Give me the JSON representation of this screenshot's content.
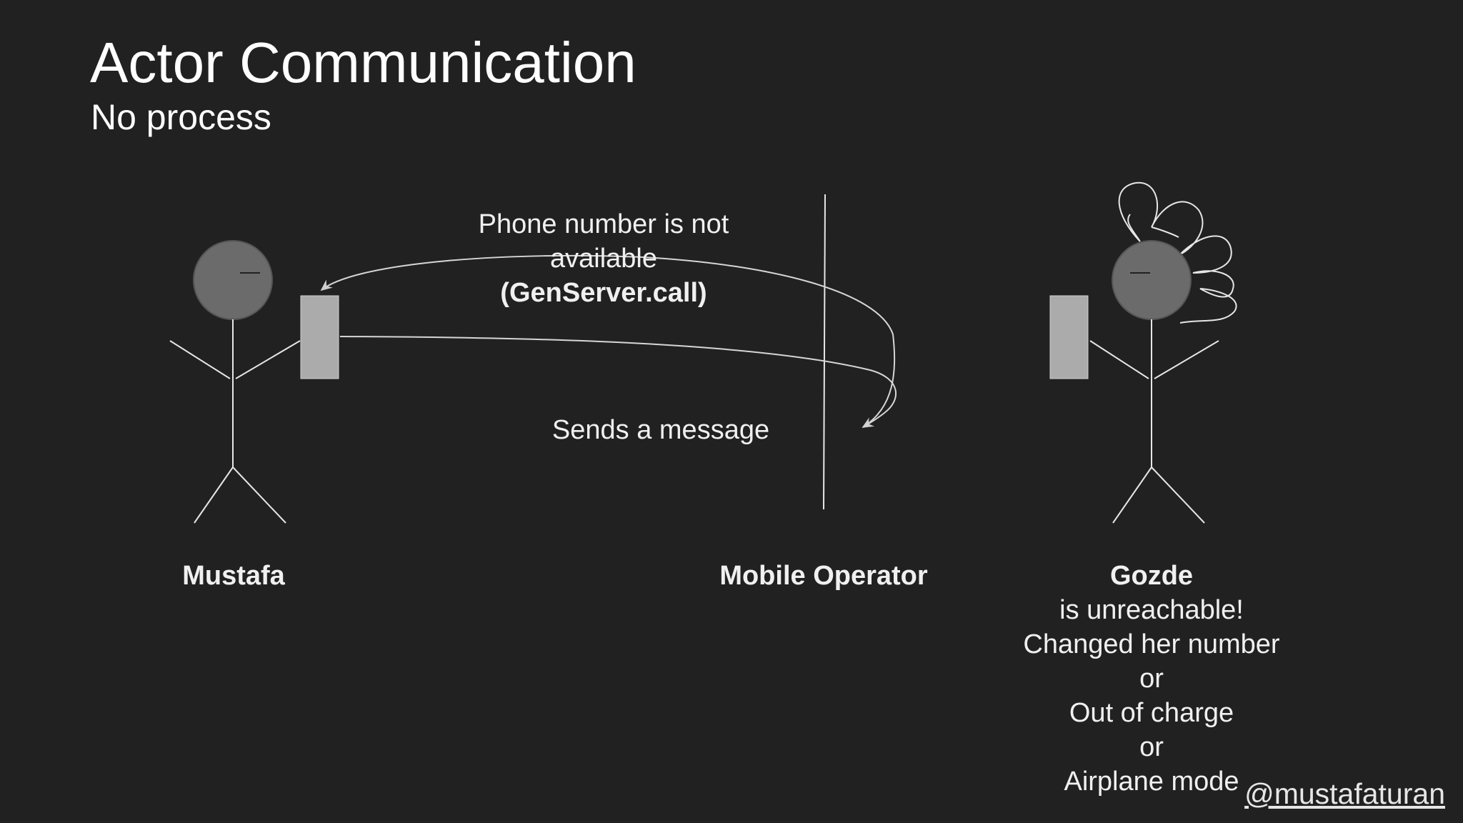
{
  "slide": {
    "title": "Actor Communication",
    "subtitle": "No process",
    "handle": "@mustafaturan"
  },
  "diagram": {
    "reply_label_line1": "Phone number is not",
    "reply_label_line2": "available",
    "reply_label_line3": "(GenServer.call)",
    "send_label": "Sends a message",
    "actors": {
      "sender": "Mustafa",
      "operator": "Mobile Operator",
      "receiver": "Gozde"
    },
    "receiver_status": [
      "is unreachable!",
      "Changed her number",
      "or",
      "Out of charge",
      "or",
      "Airplane mode"
    ]
  }
}
